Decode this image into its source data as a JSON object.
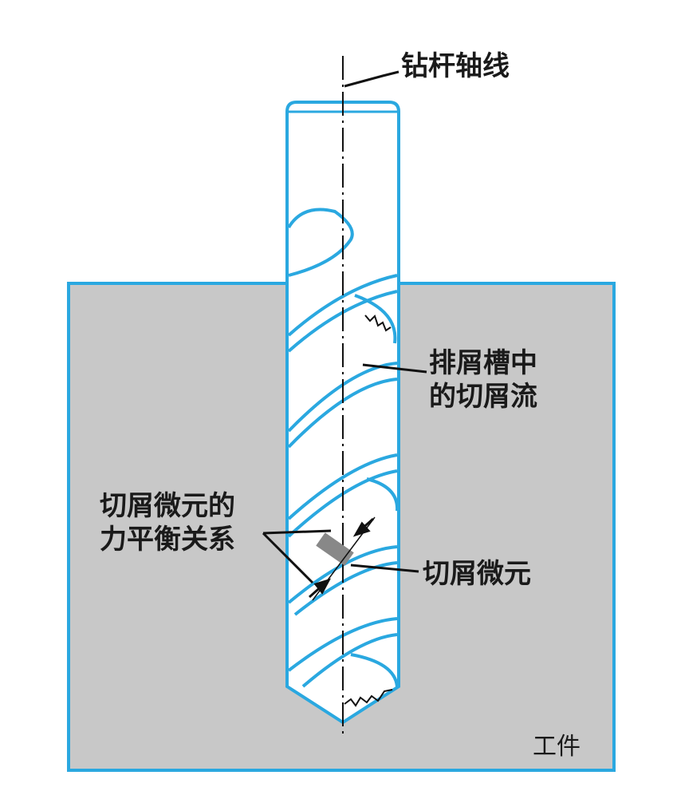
{
  "colors": {
    "outline": "#2aa8e0",
    "workpiece_fill": "#c8c8c8",
    "drill_fill": "#ffffff",
    "leader": "#111111",
    "chip_element": "#888888"
  },
  "labels": {
    "axis": "钻杆轴线",
    "chip_flow_line1": "排屑槽中",
    "chip_flow_line2": "的切屑流",
    "force_balance_line1": "切屑微元的",
    "force_balance_line2": "力平衡关系",
    "chip_element": "切屑微元",
    "workpiece": "工件"
  }
}
